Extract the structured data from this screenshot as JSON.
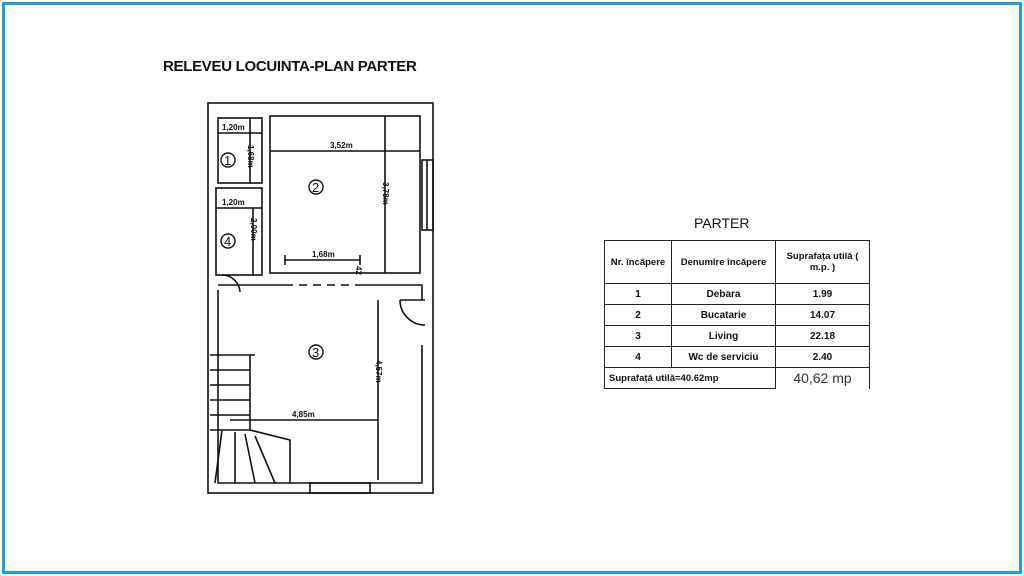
{
  "plan": {
    "title": "RELEVEU LOCUINTA-PLAN PARTER",
    "rooms": [
      "1",
      "2",
      "3",
      "4"
    ],
    "dims": {
      "r1_w": "1,20m",
      "r1_h": "1,68m",
      "r2_w": "3,52m",
      "r2_h": "3,78m",
      "r2_opening": "1,68m",
      "r2_wall": "42",
      "r4_w": "1,20m",
      "r4_h": "2,00m",
      "r3_w": "4,85m",
      "r3_h": "4,57m"
    }
  },
  "table": {
    "title": "PARTER",
    "headers": [
      "Nr. încăpere",
      "Denumire încăpere",
      "Suprafața utilă ( m.p. )"
    ],
    "rows": [
      {
        "nr": "1",
        "name": "Debara",
        "area": "1.99"
      },
      {
        "nr": "2",
        "name": "Bucatarie",
        "area": "14.07"
      },
      {
        "nr": "3",
        "name": "Living",
        "area": "22.18"
      },
      {
        "nr": "4",
        "name": "Wc de serviciu",
        "area": "2.40"
      }
    ],
    "total_label": "Suprafață utilă=40.62mp",
    "total_value": "40,62 mp"
  },
  "colors": {
    "frame": "#1d9fd9"
  }
}
